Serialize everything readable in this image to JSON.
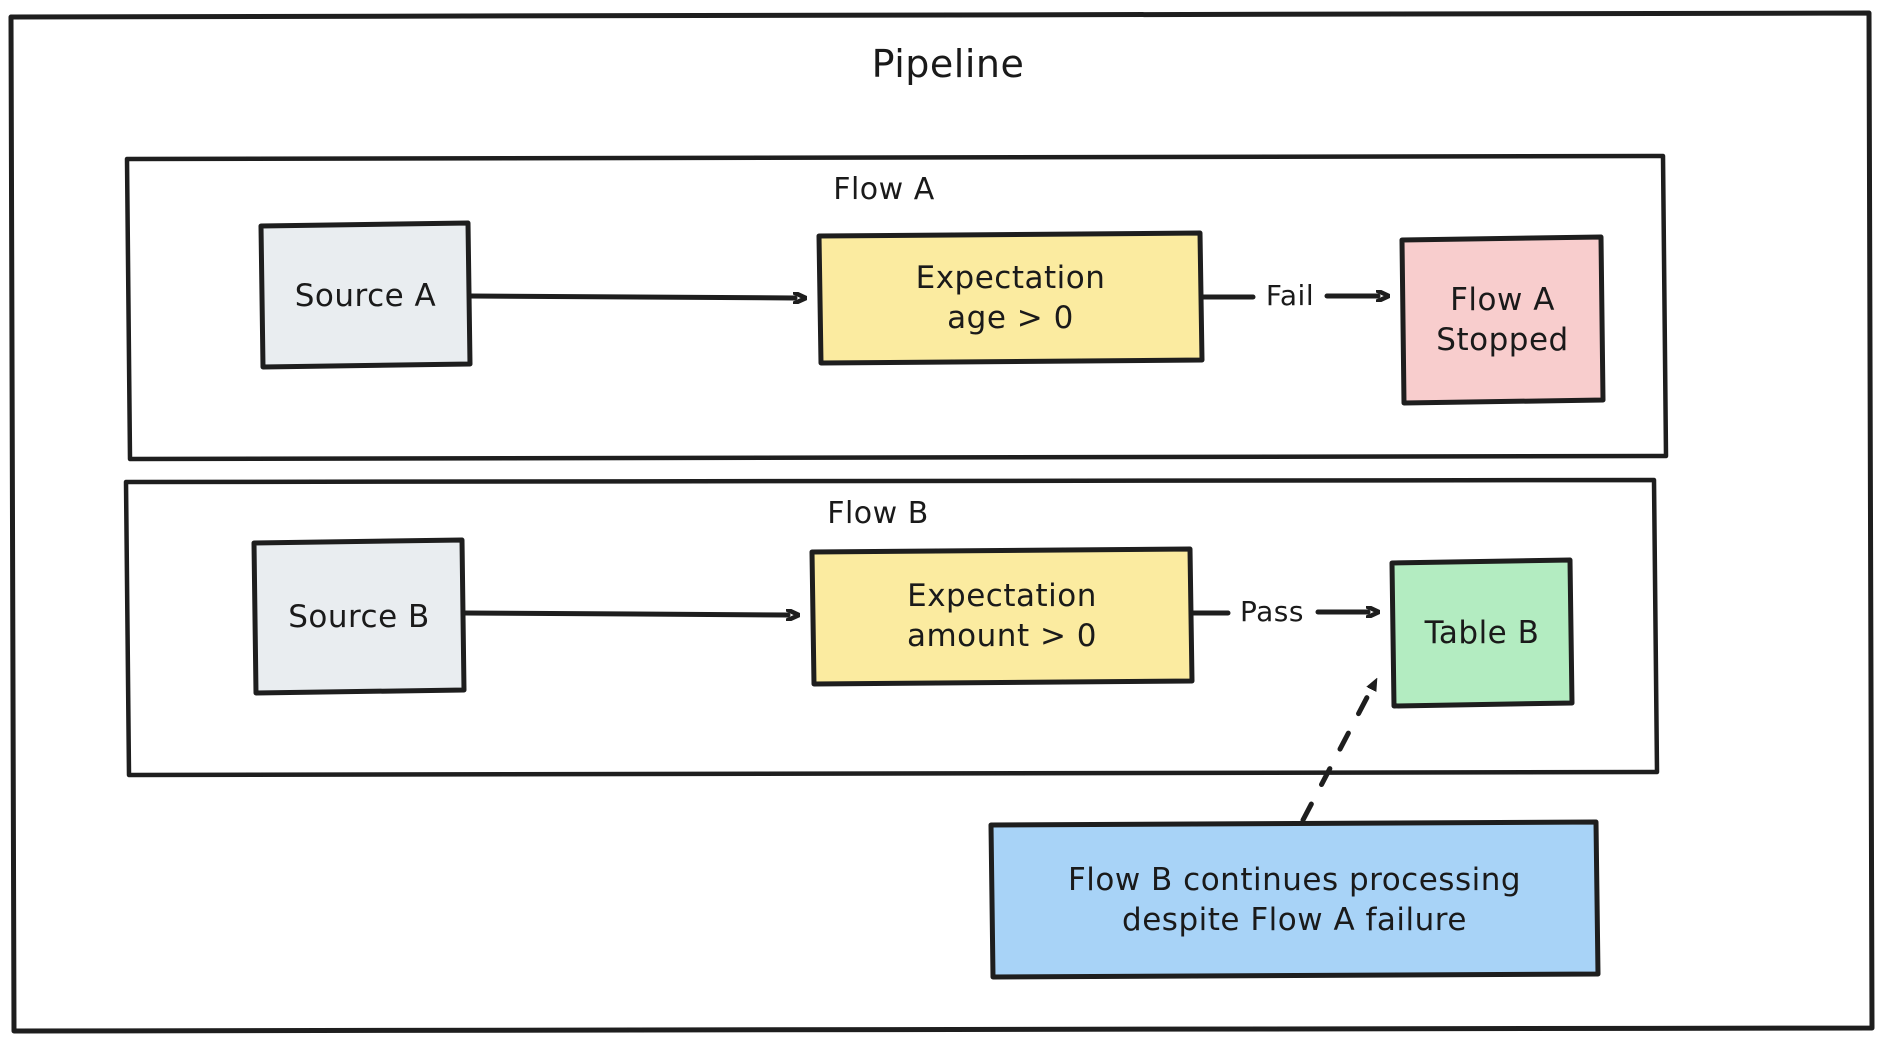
{
  "diagram": {
    "title": "Pipeline",
    "type": "flowchart",
    "style": "hand-drawn-sketch",
    "background_color": "#ffffff",
    "stroke_color": "#1e1e1e"
  },
  "groups": [
    {
      "id": "flow-a",
      "label": "Flow A",
      "fill": "#ffffff",
      "stroke": "#1e1e1e"
    },
    {
      "id": "flow-b",
      "label": "Flow B",
      "fill": "#ffffff",
      "stroke": "#1e1e1e"
    }
  ],
  "nodes": [
    {
      "id": "source-a",
      "label": "Source A",
      "fill": "#e9edf0",
      "stroke": "#1e1e1e",
      "group": "flow-a"
    },
    {
      "id": "expectation-a",
      "label": "Expectation\nage > 0",
      "fill": "#fbeba0",
      "stroke": "#1e1e1e",
      "group": "flow-a"
    },
    {
      "id": "flow-a-stopped",
      "label": "Flow A\nStopped",
      "fill": "#f8cdcd",
      "stroke": "#1e1e1e",
      "group": "flow-a"
    },
    {
      "id": "source-b",
      "label": "Source B",
      "fill": "#e9edf0",
      "stroke": "#1e1e1e",
      "group": "flow-b"
    },
    {
      "id": "expectation-b",
      "label": "Expectation\namount > 0",
      "fill": "#fbeba0",
      "stroke": "#1e1e1e",
      "group": "flow-b"
    },
    {
      "id": "table-b",
      "label": "Table B",
      "fill": "#b3ecc1",
      "stroke": "#1e1e1e",
      "group": "flow-b"
    },
    {
      "id": "note",
      "label": "Flow B continues processing\ndespite Flow A failure",
      "fill": "#a8d3f7",
      "stroke": "#1e1e1e",
      "group": null
    }
  ],
  "edges": [
    {
      "id": "e1",
      "from": "source-a",
      "to": "expectation-a",
      "label": "",
      "style": "solid"
    },
    {
      "id": "e2",
      "from": "expectation-a",
      "to": "flow-a-stopped",
      "label": "Fail",
      "style": "solid"
    },
    {
      "id": "e3",
      "from": "source-b",
      "to": "expectation-b",
      "label": "",
      "style": "solid"
    },
    {
      "id": "e4",
      "from": "expectation-b",
      "to": "table-b",
      "label": "Pass",
      "style": "solid"
    },
    {
      "id": "e5",
      "from": "note",
      "to": "table-b",
      "label": "",
      "style": "dashed"
    }
  ]
}
